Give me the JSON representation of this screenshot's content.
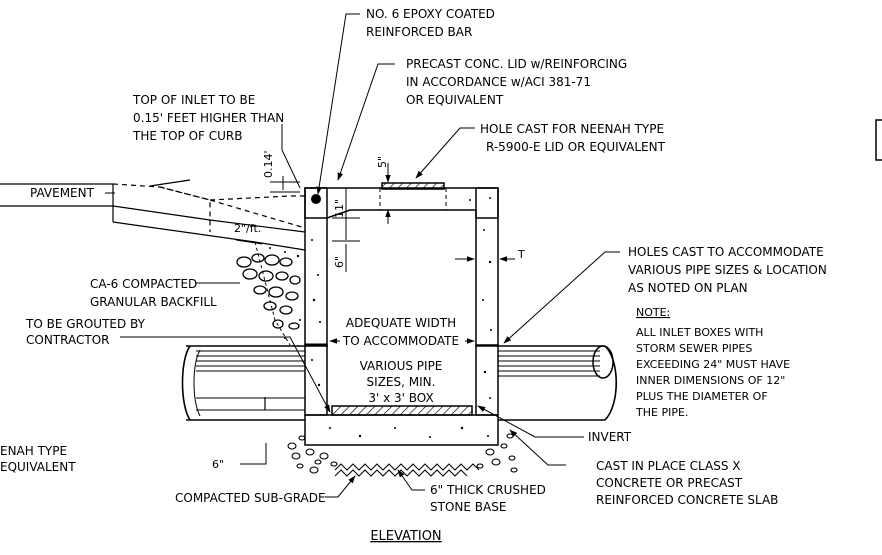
{
  "drawing": {
    "title": "ELEVATION",
    "notes": {
      "bar": [
        "NO. 6 EPOXY COATED",
        "REINFORCED BAR"
      ],
      "lid": [
        "PRECAST CONC. LID w/REINFORCING",
        "IN ACCORDANCE w/ACI 381-71",
        "OR EQUIVALENT"
      ],
      "inlet_top": [
        "TOP OF INLET TO BE",
        "0.15' FEET HIGHER THAN",
        "THE TOP OF CURB"
      ],
      "hole_cast": [
        "HOLE CAST FOR NEENAH TYPE",
        "R-5900-E LID OR EQUIVALENT"
      ],
      "pavement": "PAVEMENT",
      "backfill": [
        "CA-6 COMPACTED",
        "GRANULAR BACKFILL"
      ],
      "grouted": [
        "TO BE GROUTED BY",
        "CONTRACTOR"
      ],
      "holes_pipe": [
        "HOLES CAST TO ACCOMMODATE",
        "VARIOUS PIPE SIZES & LOCATION",
        "AS NOTED ON PLAN"
      ],
      "note_heading": "NOTE:",
      "note_body": [
        "ALL INLET BOXES WITH",
        "STORM SEWER PIPES",
        "EXCEEDING 24\" MUST HAVE",
        "INNER DIMENSIONS OF 12\"",
        "PLUS THE DIAMETER OF",
        "THE PIPE."
      ],
      "adequate": [
        "ADEQUATE WIDTH",
        "TO ACCOMMODATE"
      ],
      "pipe_sizes": [
        "VARIOUS PIPE",
        "SIZES, MIN.",
        "3' x 3' BOX"
      ],
      "invert": "INVERT",
      "left_cut": [
        "ENAH TYPE",
        "EQUIVALENT"
      ],
      "slab": [
        "CAST IN PLACE CLASS X",
        "CONCRETE OR PRECAST",
        "REINFORCED CONCRETE SLAB"
      ],
      "subgrade": "COMPACTED SUB-GRADE",
      "stone": [
        "6\" THICK CRUSHED",
        "STONE BASE"
      ]
    },
    "dimensions": {
      "curb_offset": "0.14'",
      "lid_thickness": "5\"",
      "slope": "2\"/ft.",
      "lid_depth": "11\"",
      "wall_gap": "6\"",
      "wall_t": "T",
      "base_depth": "6\""
    }
  }
}
